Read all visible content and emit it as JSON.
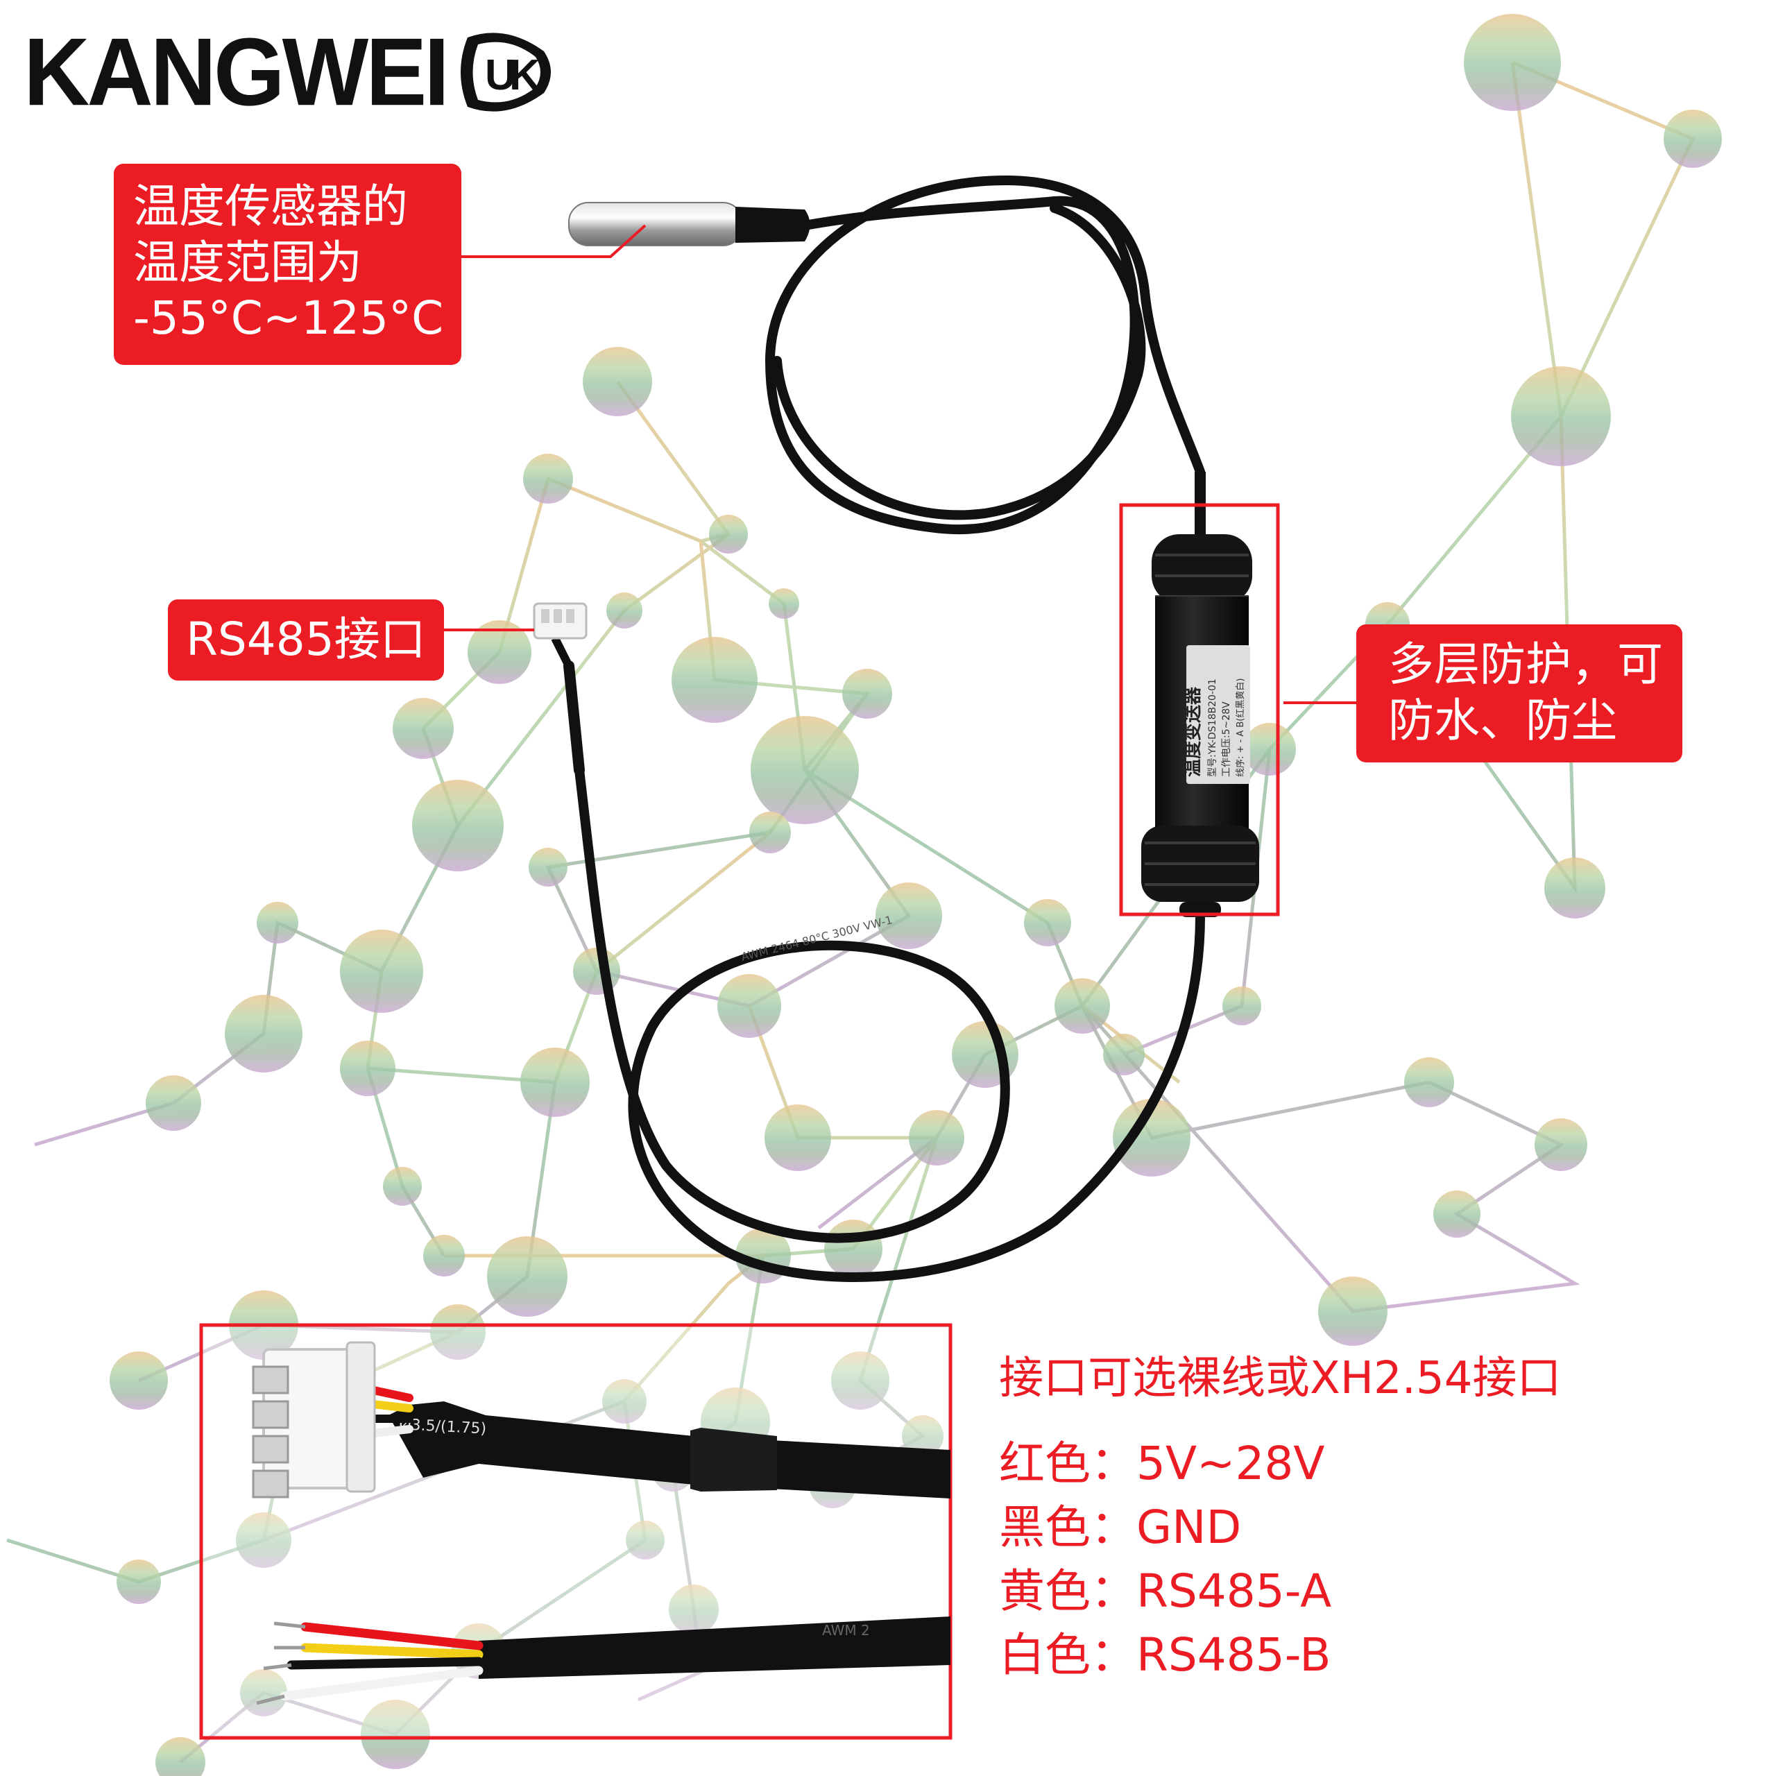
{
  "brand": {
    "name": "KANGWEI",
    "mark_text": "K",
    "mark_text_2": "U",
    "color": "#111111"
  },
  "accent_color": "#ec1c24",
  "callouts": {
    "temperature_range": {
      "lines": [
        "温度传感器的",
        "温度范围为",
        "-55°C~125°C"
      ]
    },
    "interface": {
      "label": "RS485接口"
    },
    "protection": {
      "lines": [
        "多层防护，可",
        "防水、防尘"
      ]
    }
  },
  "transmitter_label": {
    "title": "温度变送器",
    "model": "型号:YK-DS18B20-01",
    "voltage": "工作电压:5~28V",
    "wiring": "线序: + - A B(红黑黄白)"
  },
  "cable_print": {
    "upper": "AWM 2464 80°C 300V VW-1",
    "connector_detail": "Ø3.5/(1.75)",
    "lower": "AWM 2"
  },
  "wiring_info": {
    "title": "接口可选裸线或XH2.54接口",
    "rows": [
      {
        "color_name": "红色：",
        "value": "5V~28V"
      },
      {
        "color_name": "黑色：",
        "value": "GND"
      },
      {
        "color_name": "黄色：",
        "value": "RS485-A"
      },
      {
        "color_name": "白色：",
        "value": "RS485-B"
      }
    ]
  },
  "wire_colors": {
    "red": "#e8141c",
    "black": "#111111",
    "yellow": "#f2cf16",
    "white": "#f4f4f4"
  }
}
